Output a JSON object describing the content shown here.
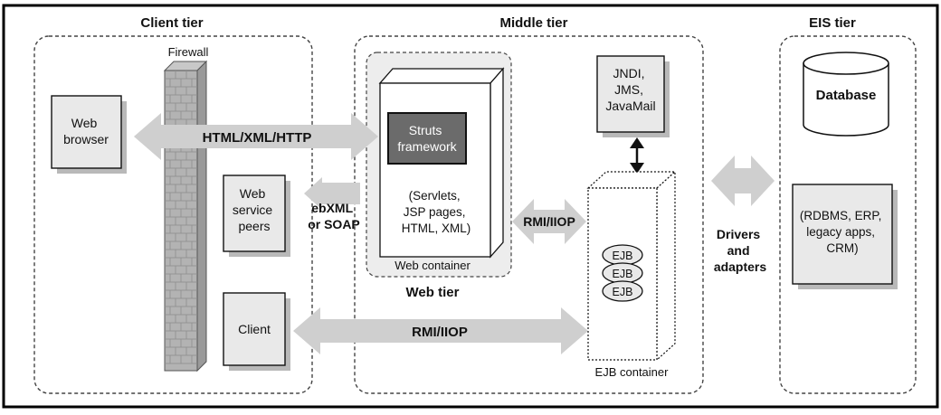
{
  "tiers": {
    "client": "Client tier",
    "middle": "Middle tier",
    "eis": "EIS tier"
  },
  "firewall": {
    "label": "Firewall"
  },
  "client_nodes": {
    "web_browser": [
      "Web",
      "browser"
    ],
    "web_service_peers": [
      "Web",
      "service",
      "peers"
    ],
    "client": [
      "Client"
    ]
  },
  "connections": {
    "http": "HTML/XML/HTTP",
    "soap": [
      "ebXML",
      "or SOAP"
    ],
    "rmi_client": "RMI/IIOP",
    "rmi_web": "RMI/IIOP",
    "drivers": [
      "Drivers",
      "and",
      "adapters"
    ]
  },
  "web_tier": {
    "title": "Web tier",
    "container_label": "Web container",
    "struts": [
      "Struts",
      "framework"
    ],
    "contents": [
      "(Servlets,",
      "JSP pages,",
      "HTML, XML)"
    ]
  },
  "services": [
    "JNDI,",
    "JMS,",
    "JavaMail"
  ],
  "ejb": {
    "container_label": "EJB container",
    "beans": [
      "EJB",
      "EJB",
      "EJB"
    ]
  },
  "eis": {
    "database": "Database",
    "systems": [
      "(RDBMS, ERP,",
      "legacy apps,",
      "CRM)"
    ]
  }
}
